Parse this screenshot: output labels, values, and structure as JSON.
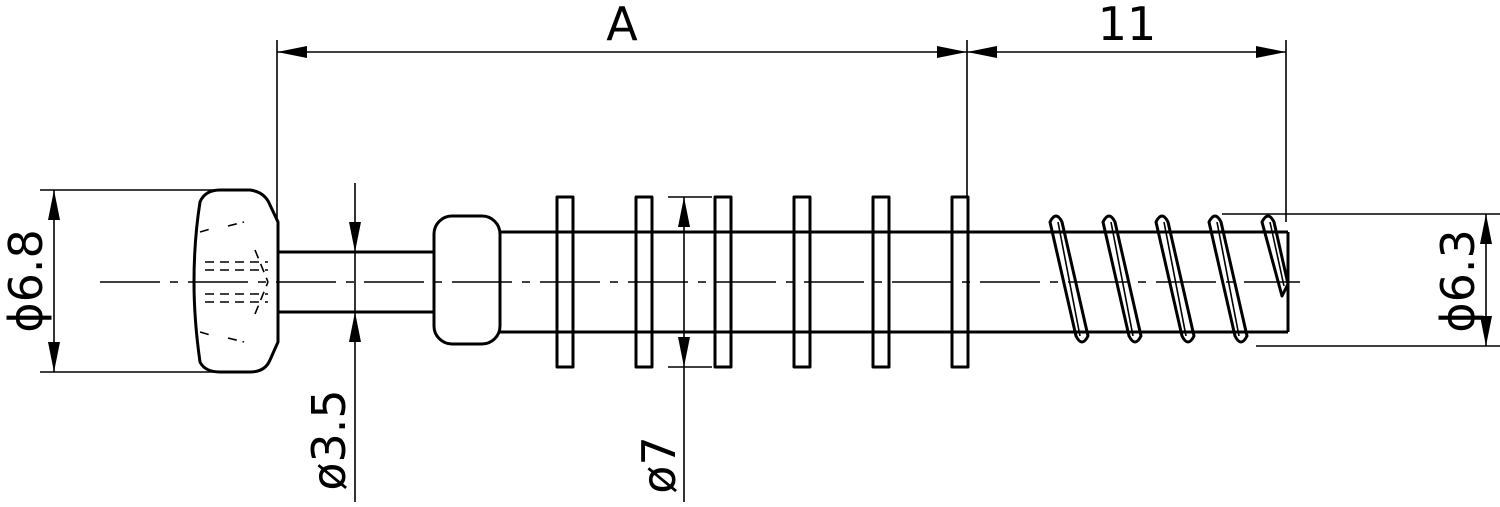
{
  "drawing": {
    "dimensions": {
      "a_length": "A",
      "thread_length": "11",
      "head_diameter": "ϕ6.8",
      "neck_diameter": "ø3.5",
      "collar_diameter": "ø7",
      "thread_diameter": "ϕ6.3"
    }
  }
}
